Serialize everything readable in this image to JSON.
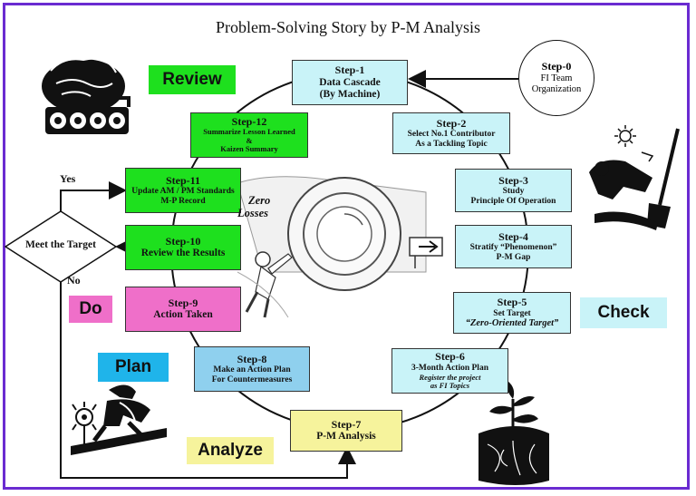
{
  "title": "Problem-Solving Story by P-M Analysis",
  "step0": {
    "label": "Step-0",
    "line1": "FI Team",
    "line2": "Organization"
  },
  "steps": [
    {
      "label": "Step-1",
      "line1": "Data Cascade",
      "line2": "(By Machine)"
    },
    {
      "label": "Step-2",
      "line1": "Select No.1 Contributor",
      "line2": "As a Tackling Topic"
    },
    {
      "label": "Step-3",
      "line1": "Study",
      "line2": "Principle Of Operation"
    },
    {
      "label": "Step-4",
      "line1": "Stratify “Phenomenon”",
      "line2": "P-M Gap"
    },
    {
      "label": "Step-5",
      "line1": "Set Target",
      "line2": "“Zero-Oriented Target”"
    },
    {
      "label": "Step-6",
      "line1": "3-Month Action Plan",
      "line2": "Register the project",
      "line3": "as FI Topics"
    },
    {
      "label": "Step-7",
      "line1": "P-M Analysis"
    },
    {
      "label": "Step-8",
      "line1": "Make an Action Plan",
      "line2": "For Countermeasures"
    },
    {
      "label": "Step-9",
      "line1": "Action Taken"
    },
    {
      "label": "Step-10",
      "line1": "Review the Results"
    },
    {
      "label": "Step-11",
      "line1": "Update AM / PM Standards",
      "line2": "M-P Record"
    },
    {
      "label": "Step-12",
      "line1": "Summarize Lesson Learned",
      "line2": "&",
      "line3": "Kaizen Summary"
    }
  ],
  "phases": {
    "review": "Review",
    "check": "Check",
    "do": "Do",
    "plan": "Plan",
    "analyze": "Analyze"
  },
  "decision": {
    "text": "Meet the Target",
    "yes": "Yes",
    "no": "No"
  },
  "zero_losses": {
    "line1": "Zero",
    "line2": "Losses"
  },
  "colors": {
    "frame": "#6a2bd1",
    "cyan": "#c9f3f8",
    "green": "#1ee01e",
    "pink": "#ef6fc9",
    "blue": "#8fd0ee",
    "yellow": "#f6f39c",
    "review_bg": "#1ee01e",
    "check_bg": "#c9f3f8",
    "do_bg": "#ef6fc9",
    "plan_bg": "#1fb4ea",
    "analyze_bg": "#f6f39c"
  },
  "icons": [
    "team-logo-icon",
    "gardener-icon",
    "man-pushing-wheel-icon",
    "runner-icon",
    "plant-roots-icon"
  ]
}
